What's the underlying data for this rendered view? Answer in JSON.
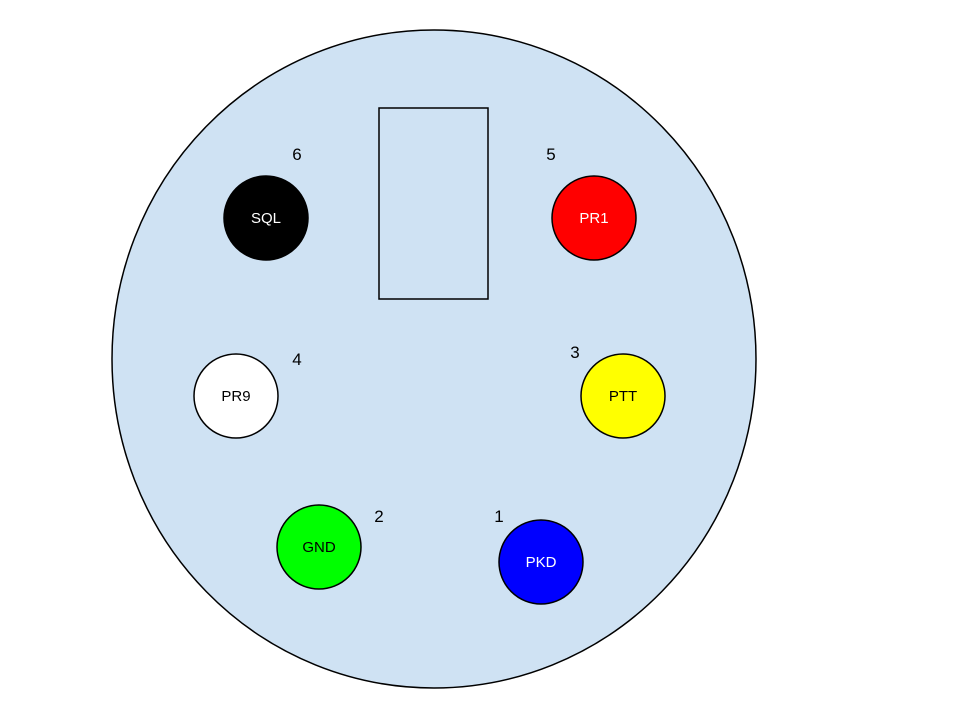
{
  "connector": {
    "body_color": "#cfe2f3",
    "outline_color": "#000000",
    "pins": [
      {
        "id": "pin-1",
        "number": "1",
        "label": "PKD",
        "color": "#0000ff",
        "text_color": "#ffffff"
      },
      {
        "id": "pin-2",
        "number": "2",
        "label": "GND",
        "color": "#00ff00",
        "text_color": "#000000"
      },
      {
        "id": "pin-3",
        "number": "3",
        "label": "PTT",
        "color": "#ffff00",
        "text_color": "#000000"
      },
      {
        "id": "pin-4",
        "number": "4",
        "label": "PR9",
        "color": "#ffffff",
        "text_color": "#000000"
      },
      {
        "id": "pin-5",
        "number": "5",
        "label": "PR1",
        "color": "#ff0000",
        "text_color": "#ffffff"
      },
      {
        "id": "pin-6",
        "number": "6",
        "label": "SQL",
        "color": "#000000",
        "text_color": "#ffffff"
      }
    ]
  }
}
